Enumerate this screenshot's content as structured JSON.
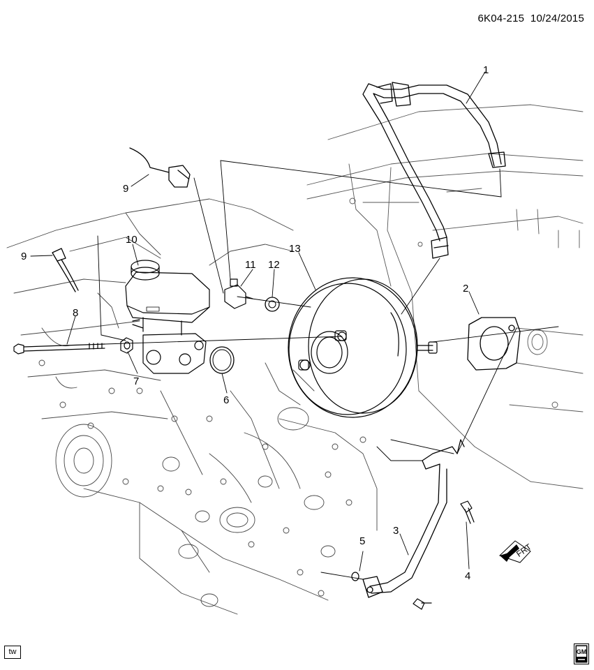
{
  "header": {
    "diagram_id": "6K04-215",
    "date": "10/24/2015"
  },
  "callouts": [
    "1",
    "2",
    "3",
    "4",
    "5",
    "6",
    "7",
    "8",
    "9",
    "9",
    "10",
    "11",
    "12",
    "13"
  ],
  "orientation": {
    "label": "FRT"
  },
  "footer": {
    "badge": "tw",
    "logo_text": "GM"
  }
}
